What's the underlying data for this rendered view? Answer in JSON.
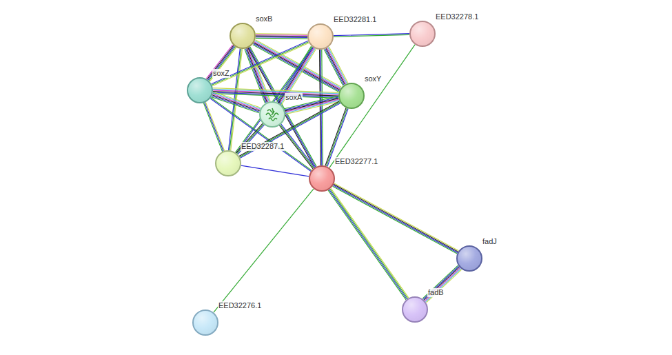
{
  "diagram": {
    "nodes": [
      {
        "text": [
          "soxB"
        ]
      },
      {
        "text": [
          "EED32281.1"
        ]
      },
      {
        "text": [
          "EED32278.1"
        ]
      },
      {
        "text": [
          "soxZ"
        ]
      },
      {
        "text": [
          "soxY"
        ]
      },
      {
        "text": [
          "soxA"
        ]
      },
      {
        "text": [
          "EED32287.1"
        ]
      },
      {
        "text": [
          "EED32277.1"
        ]
      },
      {
        "text": [
          "fadJ"
        ]
      },
      {
        "text": [
          "fadB"
        ]
      },
      {
        "text": [
          "EED32276.1"
        ]
      }
    ],
    "edges": [
      {
        "from": 0,
        "to": 1,
        "arrow": "none"
      },
      {
        "from": 0,
        "to": 3,
        "arrow": "none"
      },
      {
        "from": 0,
        "to": 4,
        "arrow": "none"
      },
      {
        "from": 0,
        "to": 5,
        "arrow": "none"
      },
      {
        "from": 0,
        "to": 6,
        "arrow": "none"
      },
      {
        "from": 0,
        "to": 7,
        "arrow": "none"
      },
      {
        "from": 1,
        "to": 2,
        "arrow": "none"
      },
      {
        "from": 1,
        "to": 3,
        "arrow": "none"
      },
      {
        "from": 1,
        "to": 4,
        "arrow": "none"
      },
      {
        "from": 1,
        "to": 5,
        "arrow": "none"
      },
      {
        "from": 1,
        "to": 6,
        "arrow": "none"
      },
      {
        "from": 1,
        "to": 7,
        "arrow": "none"
      },
      {
        "from": 2,
        "to": 7,
        "arrow": "none"
      },
      {
        "from": 3,
        "to": 4,
        "arrow": "none"
      },
      {
        "from": 3,
        "to": 5,
        "arrow": "none"
      },
      {
        "from": 3,
        "to": 6,
        "arrow": "none"
      },
      {
        "from": 3,
        "to": 7,
        "arrow": "none"
      },
      {
        "from": 4,
        "to": 5,
        "arrow": "none"
      },
      {
        "from": 4,
        "to": 6,
        "arrow": "none"
      },
      {
        "from": 4,
        "to": 7,
        "arrow": "none"
      },
      {
        "from": 5,
        "to": 6,
        "arrow": "none"
      },
      {
        "from": 5,
        "to": 7,
        "arrow": "none"
      },
      {
        "from": 6,
        "to": 7,
        "arrow": "none"
      },
      {
        "from": 7,
        "to": 8,
        "arrow": "none"
      },
      {
        "from": 7,
        "to": 9,
        "arrow": "none"
      },
      {
        "from": 7,
        "to": 10,
        "arrow": "none"
      },
      {
        "from": 8,
        "to": 9,
        "arrow": "none"
      }
    ]
  }
}
